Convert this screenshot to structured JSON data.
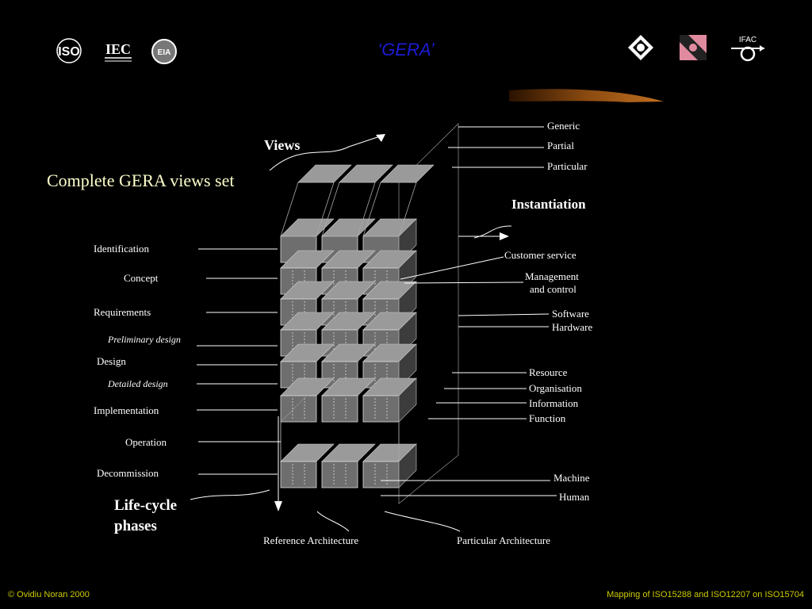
{
  "header": {
    "title": "‘GERA’",
    "logos_left": [
      {
        "text": "ISO",
        "icon": "iso-logo-icon"
      },
      {
        "text": "IEC",
        "icon": "iec-logo-icon"
      },
      {
        "text": "EIA",
        "icon": "eia-logo-icon"
      }
    ],
    "logos_right": [
      {
        "icon": "diamond-logo-icon"
      },
      {
        "icon": "pink-square-logo-icon"
      },
      {
        "text": "IFAC",
        "icon": "ifac-logo-icon"
      }
    ]
  },
  "subtitle": "Complete GERA views set",
  "diagram": {
    "views_label": "Views",
    "instantiation_label": "Instantiation",
    "lifecycle_label_line1": "Life-cycle",
    "lifecycle_label_line2": "phases",
    "instantiation_items": [
      "Generic",
      "Partial",
      "Particular"
    ],
    "phases": [
      "Identification",
      "Concept",
      "Requirements",
      "Preliminary design",
      "Design",
      "Detailed design",
      "Implementation",
      "Operation",
      "Decommission"
    ],
    "view_items": [
      "Customer service",
      "Management",
      "and control",
      "Software",
      "Hardware",
      "Resource",
      "Organisation",
      "Information",
      "Function",
      "Machine",
      "Human"
    ],
    "bottom_labels": [
      "Reference Architecture",
      "Particular Architecture"
    ]
  },
  "footer": {
    "left": "©  Ovidiu Noran 2000",
    "right": "Mapping of ISO15288 and ISO12207 on ISO15704"
  },
  "colors": {
    "title": "#1b1bd6",
    "subtitle": "#ffffcc",
    "footer": "#cccc00",
    "block_front": "#6e6e6e",
    "block_top": "#9a9a9a",
    "block_side": "#3c3c3c"
  }
}
